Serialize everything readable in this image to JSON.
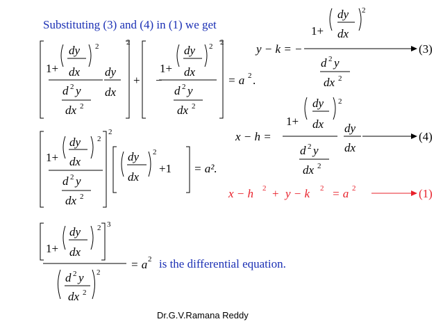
{
  "slide": {
    "intro_text": "Substituting (3) and (4) in (1) we get",
    "conclusion_text": "is the differential equation.",
    "footer": "Dr.G.V.Ramana Reddy"
  },
  "equations": {
    "eq3_tag": "(3)",
    "eq4_tag": "(4)",
    "eq1_tag": "(1)",
    "eq3_lhs": "y − k = −",
    "eq4_lhs": "x − h =",
    "eq1_text": "x − h",
    "eq1_mid": "+ y − k",
    "eq1_rhs": "= a",
    "result_rhs": "= a",
    "combined_rhs": "= a²."
  },
  "colors": {
    "intro": "#1a2fb4",
    "conclusion": "#1a2fb4",
    "eq1": "#e8202a",
    "math": "#000000"
  }
}
